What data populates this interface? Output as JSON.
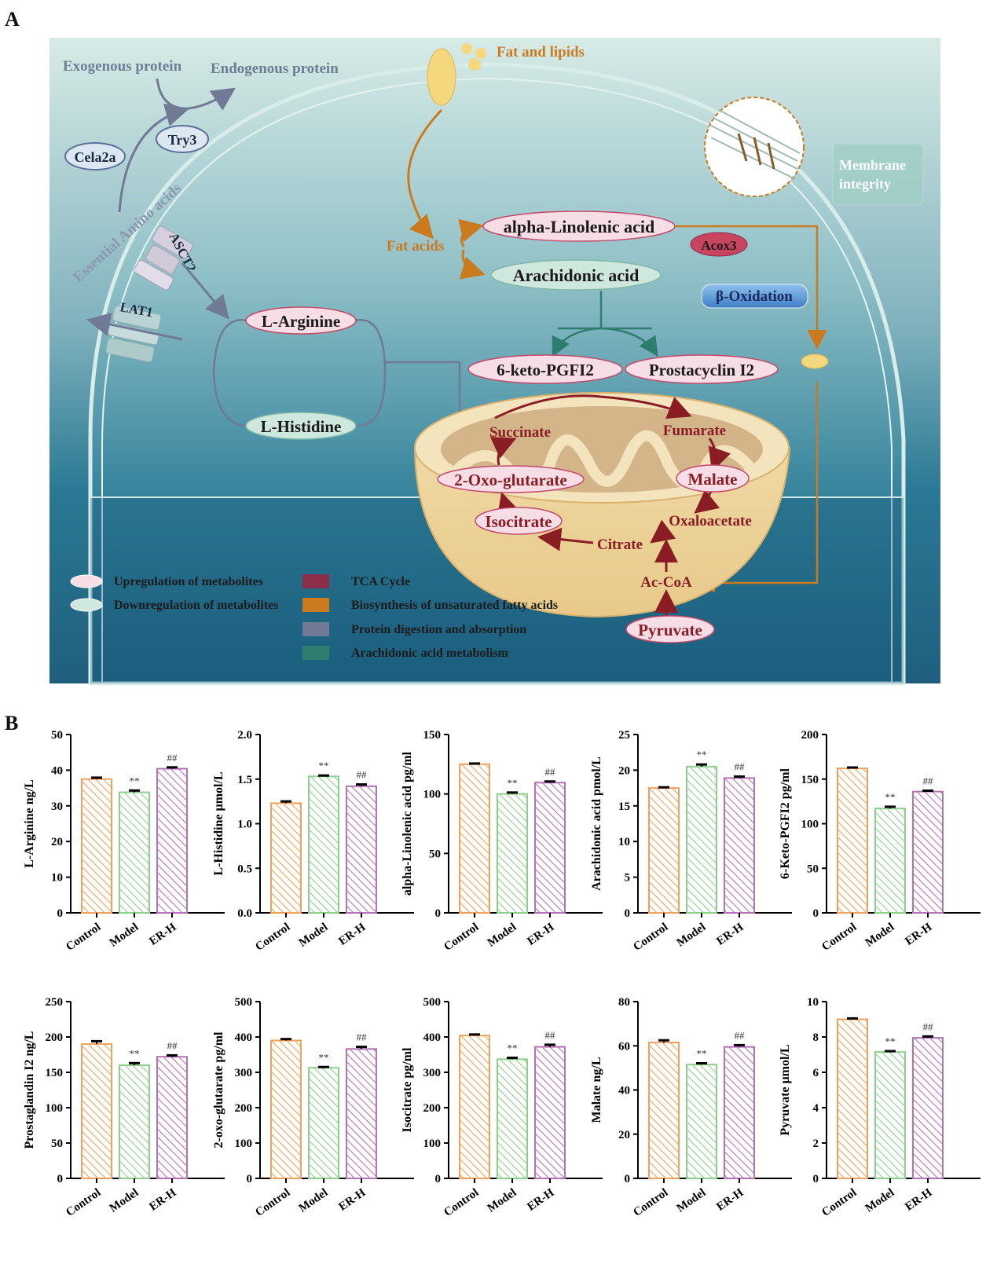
{
  "panels": {
    "a": "A",
    "b": "B"
  },
  "diagram": {
    "exogenous": "Exogenous protein",
    "endogenous": "Endogenous protein",
    "cela2a": "Cela2a",
    "try3": "Try3",
    "essential_aa": "Essential Amino acids",
    "asct2": "ASCT2",
    "lat1": "LAT1",
    "fat_lipids": "Fat and lipids",
    "fat_acids": "Fat acids",
    "alpha_linolenic": "alpha-Linolenic acid",
    "arachidonic": "Arachidonic acid",
    "acox3": "Acox3",
    "beta_oxidation": "β-Oxidation",
    "membrane": "Membrane integrity",
    "l_arginine": "L-Arginine",
    "l_histidine": "L-Histidine",
    "keto_pgf": "6-keto-PGFI2",
    "prostacyclin": "Prostacyclin I2",
    "succinate": "Succinate",
    "fumarate": "Fumarate",
    "oxoglutarate": "2-Oxo-glutarate",
    "malate": "Malate",
    "isocitrate": "Isocitrate",
    "oxaloacetate": "Oxaloacetate",
    "citrate": "Citrate",
    "accoa": "Ac-CoA",
    "pyruvate": "Pyruvate",
    "legend": [
      {
        "label": "Upregulation of metabolites",
        "color": "#f7dde6",
        "shape": "ellipse"
      },
      {
        "label": "Downregulation of metabolites",
        "color": "#cfe8de",
        "shape": "ellipse"
      },
      {
        "label": "TCA Cycle",
        "color": "#8c2d4a",
        "shape": "rect"
      },
      {
        "label": "Biosynthesis of unsaturated fatty acids",
        "color": "#cc7a1e",
        "shape": "rect"
      },
      {
        "label": "Protein digestion and absorption",
        "color": "#707a94",
        "shape": "rect"
      },
      {
        "label": "Arachidonic acid metabolism",
        "color": "#2e7d6f",
        "shape": "rect"
      }
    ]
  },
  "chart_data": [
    {
      "type": "bar",
      "ylabel": "L-Arginine ng/L",
      "categories": [
        "Control",
        "Model",
        "ER-H"
      ],
      "values": [
        37.5,
        33.8,
        40.4
      ],
      "errors": [
        0.4,
        0.5,
        0.4
      ],
      "marks": [
        "",
        "**",
        "##"
      ],
      "ylim": [
        0,
        50
      ],
      "ticks": [
        0,
        10,
        20,
        30,
        40,
        50
      ]
    },
    {
      "type": "bar",
      "ylabel": "L-Histidine μmol/L",
      "categories": [
        "Control",
        "Model",
        "ER-H"
      ],
      "values": [
        1.23,
        1.53,
        1.42
      ],
      "errors": [
        0.02,
        0.01,
        0.02
      ],
      "marks": [
        "",
        "**",
        "##"
      ],
      "ylim": [
        0,
        2.0
      ],
      "ticks": [
        "0.0",
        "0.5",
        "1.0",
        "1.5",
        "2.0"
      ]
    },
    {
      "type": "bar",
      "ylabel": "alpha-Linolenic acid pg/ml",
      "categories": [
        "Control",
        "Model",
        "ER-H"
      ],
      "values": [
        125,
        100,
        109.5
      ],
      "errors": [
        0.6,
        1.2,
        1.0
      ],
      "marks": [
        "",
        "**",
        "##"
      ],
      "ylim": [
        0,
        150
      ],
      "ticks": [
        0,
        50,
        100,
        150
      ]
    },
    {
      "type": "bar",
      "ylabel": "Arachidonic acid pmol/L",
      "categories": [
        "Control",
        "Model",
        "ER-H"
      ],
      "values": [
        17.5,
        20.5,
        18.9
      ],
      "errors": [
        0.1,
        0.3,
        0.2
      ],
      "marks": [
        "",
        "**",
        "##"
      ],
      "ylim": [
        0,
        25
      ],
      "ticks": [
        0,
        5,
        10,
        15,
        20,
        25
      ]
    },
    {
      "type": "bar",
      "ylabel": "6-Keto-PGFI2 pg/ml",
      "categories": [
        "Control",
        "Model",
        "ER-H"
      ],
      "values": [
        162,
        117,
        136
      ],
      "errors": [
        1.0,
        2.0,
        1.0
      ],
      "marks": [
        "",
        "**",
        "##"
      ],
      "ylim": [
        0,
        200
      ],
      "ticks": [
        0,
        50,
        100,
        150,
        200
      ]
    },
    {
      "type": "bar",
      "ylabel": "Prostaglandin I2 ng/L",
      "categories": [
        "Control",
        "Model",
        "ER-H"
      ],
      "values": [
        190,
        160,
        172
      ],
      "errors": [
        4,
        3,
        2
      ],
      "marks": [
        "",
        "**",
        "##"
      ],
      "ylim": [
        0,
        250
      ],
      "ticks": [
        0,
        50,
        100,
        150,
        200,
        250
      ]
    },
    {
      "type": "bar",
      "ylabel": "2-oxo-glutarate pg/ml",
      "categories": [
        "Control",
        "Model",
        "ER-H"
      ],
      "values": [
        390,
        313,
        366
      ],
      "errors": [
        4,
        2,
        6
      ],
      "marks": [
        "",
        "**",
        "##"
      ],
      "ylim": [
        0,
        500
      ],
      "ticks": [
        0,
        100,
        200,
        300,
        400,
        500
      ]
    },
    {
      "type": "bar",
      "ylabel": "Isocitrate pg/ml",
      "categories": [
        "Control",
        "Model",
        "ER-H"
      ],
      "values": [
        404,
        337,
        372
      ],
      "errors": [
        3,
        4,
        6
      ],
      "marks": [
        "",
        "**",
        "##"
      ],
      "ylim": [
        0,
        500
      ],
      "ticks": [
        0,
        100,
        200,
        300,
        400,
        500
      ]
    },
    {
      "type": "bar",
      "ylabel": "Malate ng/L",
      "categories": [
        "Control",
        "Model",
        "ER-H"
      ],
      "values": [
        61.5,
        51.5,
        59.5
      ],
      "errors": [
        1.0,
        0.6,
        0.8
      ],
      "marks": [
        "",
        "**",
        "##"
      ],
      "ylim": [
        0,
        80
      ],
      "ticks": [
        0,
        20,
        40,
        60,
        80
      ]
    },
    {
      "type": "bar",
      "ylabel": "Pyruvate μmol/L",
      "categories": [
        "Control",
        "Model",
        "ER-H"
      ],
      "values": [
        9.0,
        7.15,
        7.95
      ],
      "errors": [
        0.05,
        0.05,
        0.08
      ],
      "marks": [
        "",
        "**",
        "##"
      ],
      "ylim": [
        0,
        10
      ],
      "ticks": [
        0,
        2,
        4,
        6,
        8,
        10
      ]
    }
  ],
  "series_style": [
    {
      "name": "Control",
      "stroke": "#f0a25c",
      "hatch": "#f0a25c"
    },
    {
      "name": "Model",
      "stroke": "#8dcf8d",
      "hatch": "#8dcf8d"
    },
    {
      "name": "ER-H",
      "stroke": "#b573b5",
      "hatch": "#b573b5"
    }
  ]
}
